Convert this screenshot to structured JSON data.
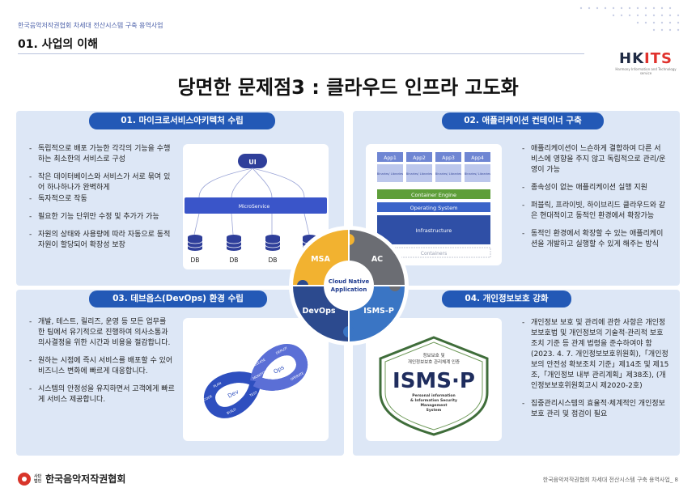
{
  "header": {
    "top_caption": "한국음악저작권협회 차세대 전산시스템 구축 용역사업",
    "section_title": "01. 사업의 이해",
    "logo_text_main": "HK",
    "logo_text_accent": "ITS",
    "logo_sub": "Harmony Information and Technology service"
  },
  "title": "당면한 문제점3 : 클라우드 인프라 고도화",
  "sections": {
    "q1": {
      "heading": "01. 마이크로서비스아키텍처 수립",
      "bullets": [
        "독립적으로 배포 가능한 각각의 기능을 수행하는 최소한의 서비스로 구성",
        "작은 데이터베이스와 서비스가 서로 묶여 있어 하나하나가 완벽하게",
        "독자적으로 작동",
        "필요한 기능 단위만 수정 및 추가가 가능",
        "자원의 상태와 사용량에 따라 자동으로 동적 자원이 할당되어 확장성 보장"
      ],
      "diagram": {
        "top": "UI",
        "middle": "MicroService",
        "db": [
          "DB",
          "DB",
          "DB",
          "DB"
        ]
      }
    },
    "q2": {
      "heading": "02. 애플리케이션 컨테이너 구축",
      "bullets": [
        "애플리케이션이 느슨하게 결합하여 다른 서비스에 영향을 주지 않고 독립적으로 관리/운영이 가능",
        "종속성이 없는 애플리케이션 실행 지원",
        "퍼블릭, 프라이빗, 하이브리드 클라우드와 같은 현대적이고 동적인 환경에서 확장가능",
        "동적인 환경에서 확장할 수 있는 애플리케이션을 개발하고 실행할 수 있게 해주는 방식"
      ],
      "diagram": {
        "apps": [
          "App1",
          "App2",
          "App3",
          "App4"
        ],
        "libs": "Binaries/ Libraries",
        "engine": "Container Engine",
        "os": "Operating System",
        "infra": "Infrastructure",
        "containers": "Containers"
      }
    },
    "q3": {
      "heading": "03. 데브옵스(DevOps) 환경 수립",
      "bullets": [
        "개발, 테스트, 릴리즈, 운영 등 모든 업무를 한 팀에서 유기적으로 진행하여 의사소통과 의사결정을 위한 시간과 비용을 절감합니다.",
        "원하는 시점에 즉시 서비스를 배포할 수 있어 비즈니스 변화에 빠르게 대응합니다.",
        "시스템의 안정성을 유지하면서 고객에게 빠르게 서비스 제공합니다."
      ],
      "diagram": {
        "left": "Dev",
        "right": "Ops",
        "steps": [
          "PLAN",
          "CODE",
          "BUILD",
          "TEST",
          "RELEASE",
          "DEPLOY",
          "OPERATE",
          "MONITOR"
        ]
      }
    },
    "q4": {
      "heading": "04. 개인정보보호 강화",
      "bullets": [
        "개인정보 보호 및 관리에 관한 사항은 개인정보보호법 및 개인정보의 기술적·관리적 보호조치 기준 등 관계 법령을 준수하여야 함 (2023. 4. 7. 개인정보보호위원회),「개인정보의 안전성 확보조치 기준」제14조 및 제15조,「개인정보 내부 관리계획」제38조), (개인정보보호위원회고시 제2020-2호)",
        "집중관리시스템의 효율적·체계적인 개인정보 보호 관리 및 점검이 필요"
      ],
      "badge": {
        "top1": "정보보호 및",
        "top2": "개인정보보호 관리체계 인증",
        "main": "ISMS·P",
        "sub1": "Personal information",
        "sub2": "& Information Security",
        "sub3": "Management",
        "sub4": "System"
      }
    }
  },
  "center": {
    "title_line1": "Cloud Native",
    "title_line2": "Application",
    "pieces": [
      "MSA",
      "AC",
      "DevOps",
      "ISMS-P"
    ],
    "colors": [
      "#f2b230",
      "#6b6d73",
      "#2c4a8e",
      "#3a75c4"
    ]
  },
  "footer": {
    "right": "한국음악저작권협회 차세대 전산시스템 구축 용역사업_ 8",
    "left_small": "사단 법인",
    "left": "한국음악저작권협회"
  }
}
